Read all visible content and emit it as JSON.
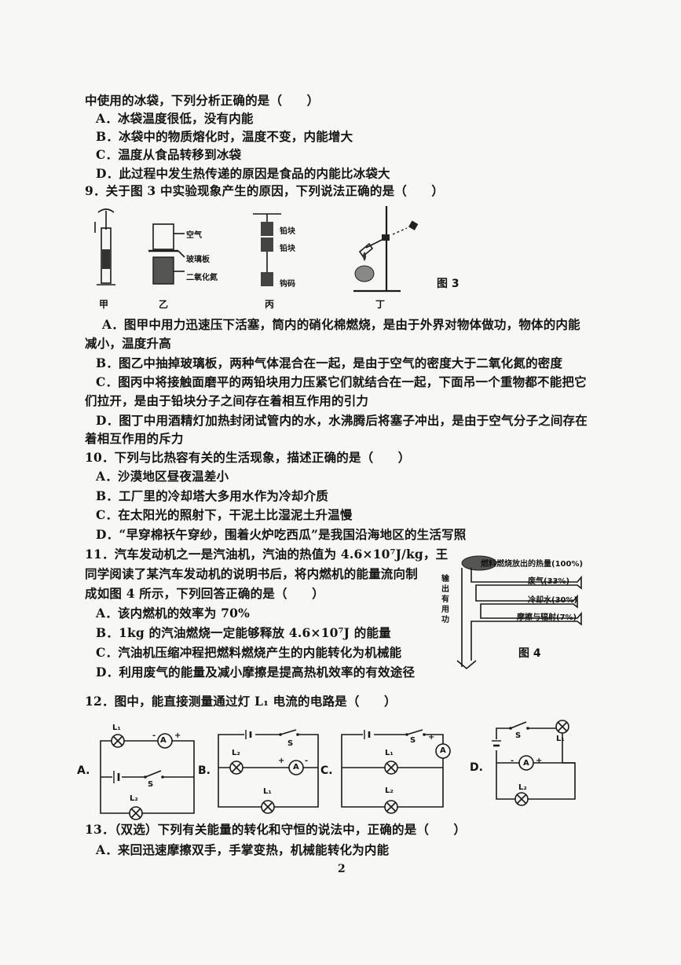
{
  "q8": {
    "cont": "中使用的冰袋，下列分析正确的是（　　）",
    "options": [
      "A．冰袋温度很低，没有内能",
      "B．冰袋中的物质熔化时，温度不变，内能增大",
      "C．温度从食品转移到冰袋",
      "D．此过程中发生热传递的原因是食品的内能比冰袋大"
    ]
  },
  "q9": {
    "stem": "9．关于图 3 中实验现象产生的原因，下列说法正确的是（　　）",
    "fig_labels": {
      "jia": "甲",
      "yi": "乙",
      "bing": "丙",
      "ding": "丁",
      "fig": "图 3"
    },
    "fig_yi": {
      "air": "空气",
      "glass": "玻璃板",
      "gas": "二氧化氮"
    },
    "fig_bing": {
      "lead1": "铅块",
      "lead2": "铅块",
      "weight": "钩码"
    },
    "optA_1": "A．图甲中用力迅速压下活塞，筒内的硝化棉燃烧，是由于外界对物体做功，物体的内能",
    "optA_2": "减小，温度升高",
    "optB": "B．图乙中抽掉玻璃板，两种气体混合在一起，是由于空气的密度大于二氧化氮的密度",
    "optC_1": "C．图丙中将接触面磨平的两铅块用力压紧它们就结合在一起，下面吊一个重物都不能把它",
    "optC_2": "们拉开，是由于铅块分子之间存在着相互作用的引力",
    "optD_1": "D．图丁中用酒精灯加热封闭试管内的水，水沸腾后将塞子冲出，是由于空气分子之间存在",
    "optD_2": "着相互作用的斥力"
  },
  "q10": {
    "stem": "10．下列与比热容有关的生活现象，描述正确的是（　　）",
    "options": [
      "A．沙漠地区昼夜温差小",
      "B．工厂里的冷却塔大多用水作为冷却介质",
      "C．在太阳光的照射下，干泥土比湿泥土升温慢",
      "D．“早穿棉袄午穿纱，围着火炉吃西瓜”是我国沿海地区的生活写照"
    ]
  },
  "q11": {
    "stem1": "11．汽车发动机之一是汽油机，汽油的热值为 4.6×10⁷J/kg，王",
    "stem2": "同学阅读了某汽车发动机的说明书后，将内燃机的能量流向制",
    "stem3": "成如图 4 所示，下列回答正确的是（　　）",
    "options": [
      "A．该内燃机的效率为 70%",
      "B．1kg 的汽油燃烧一定能够释放 4.6×10⁷J 的能量",
      "C．汽油机压缩冲程把燃料燃烧产生的内能转化为机械能",
      "D．利用废气的能量及减小摩擦是提高热机效率的有效途径"
    ],
    "fig": {
      "total": "燃料燃烧放出的热量(100%)",
      "waste": "废气(33%)",
      "cooling": "冷却水(30%)",
      "friction": "摩擦与辐射(7%)",
      "output": "输出有用功",
      "label": "图 4"
    }
  },
  "q12": {
    "stem": "12．图中，能直接测量通过灯 L₁ 电流的电路是（　　）",
    "labels": {
      "a": "A.",
      "b": "B.",
      "c": "C.",
      "d": "D."
    },
    "l1": "L₁",
    "l2": "L₂",
    "s": "S",
    "ammeter": "A",
    "plus": "+",
    "minus": "-"
  },
  "q13": {
    "stem": "13．（双选）下列有关能量的转化和守恒的说法中，正确的是（　　）",
    "optA": "A．来回迅速摩擦双手，手掌变热，机械能转化为内能"
  },
  "page_number": "2"
}
